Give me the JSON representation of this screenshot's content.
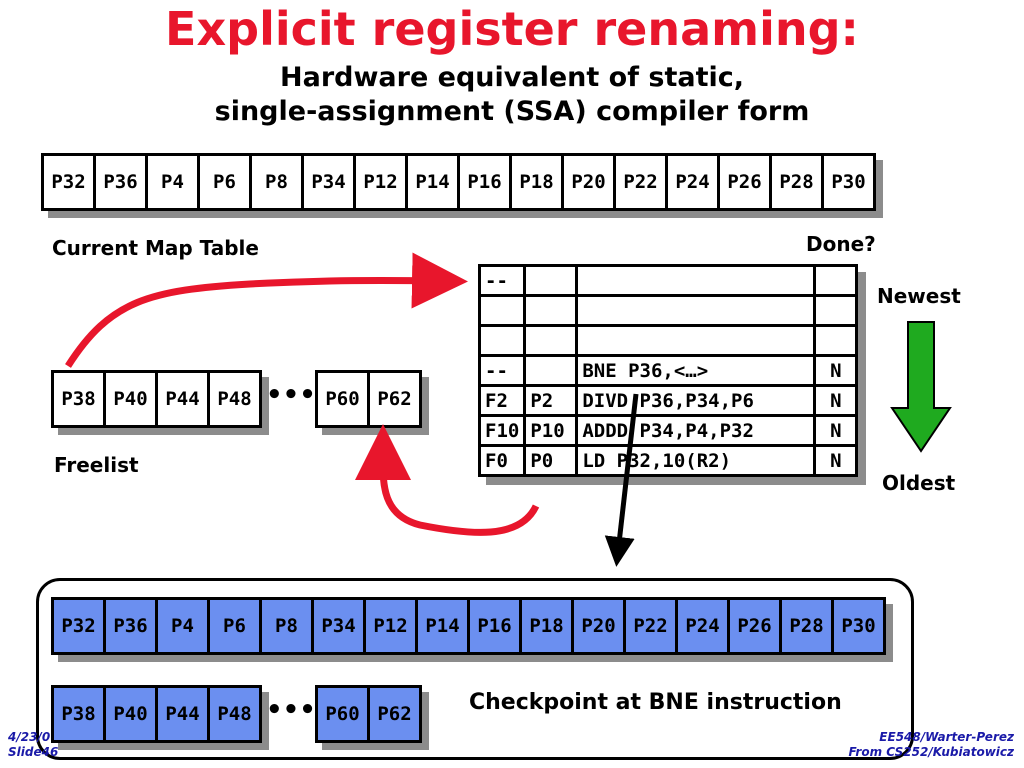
{
  "title": "Explicit register renaming:",
  "subtitle_line1": "Hardware equivalent of static,",
  "subtitle_line2": "single-assignment (SSA) compiler form",
  "map_table": {
    "label": "Current Map Table",
    "cells": [
      "P32",
      "P36",
      "P4",
      "P6",
      "P8",
      "P34",
      "P12",
      "P14",
      "P16",
      "P18",
      "P20",
      "P22",
      "P24",
      "P26",
      "P28",
      "P30"
    ]
  },
  "freelist": {
    "label": "Freelist",
    "cells_left": [
      "P38",
      "P40",
      "P44",
      "P48"
    ],
    "ellipsis": "•••",
    "cells_right": [
      "P60",
      "P62"
    ]
  },
  "rob": {
    "done_label": "Done?",
    "newest_label": "Newest",
    "oldest_label": "Oldest",
    "rows": [
      [
        "--",
        "",
        "",
        ""
      ],
      [
        "",
        "",
        "",
        ""
      ],
      [
        "",
        "",
        "",
        ""
      ],
      [
        "--",
        "",
        "BNE P36,<…>",
        "N"
      ],
      [
        "F2",
        "P2",
        "DIVD P36,P34,P6",
        "N"
      ],
      [
        "F10",
        "P10",
        "ADDD P34,P4,P32",
        "N"
      ],
      [
        "F0",
        "P0",
        "LD P32,10(R2)",
        "N"
      ]
    ]
  },
  "checkpoint": {
    "label": "Checkpoint at BNE instruction",
    "map_cells": [
      "P32",
      "P36",
      "P4",
      "P6",
      "P8",
      "P34",
      "P12",
      "P14",
      "P16",
      "P18",
      "P20",
      "P22",
      "P24",
      "P26",
      "P28",
      "P30"
    ],
    "free_left": [
      "P38",
      "P40",
      "P44",
      "P48"
    ],
    "ellipsis": "•••",
    "free_right": [
      "P60",
      "P62"
    ]
  },
  "footer": {
    "left_line1": "4/23/0",
    "left_line2": "Slide46",
    "right_line1": "EE548/Warter-Perez",
    "right_line2": "From CS252/Kubiatowicz"
  },
  "colors": {
    "title": "#e8162c",
    "arrow_red": "#e8162c",
    "arrow_green": "#1faa1f",
    "checkpoint_blue": "#6b8ff0",
    "footer": "#1a1aa8"
  }
}
